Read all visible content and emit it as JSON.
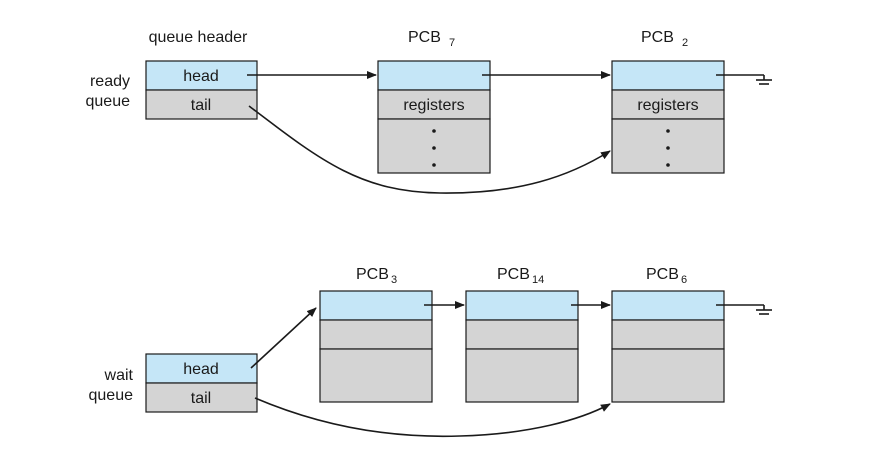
{
  "queue_header_label": "queue header",
  "ready_queue": {
    "label_line1": "ready",
    "label_line2": "queue",
    "head_label": "head",
    "tail_label": "tail",
    "pcbs": [
      {
        "name": "PCB",
        "sub": "7",
        "row_label": "registers"
      },
      {
        "name": "PCB",
        "sub": "2",
        "row_label": "registers"
      }
    ]
  },
  "wait_queue": {
    "label_line1": "wait",
    "label_line2": "queue",
    "head_label": "head",
    "tail_label": "tail",
    "pcbs": [
      {
        "name": "PCB",
        "sub": "3"
      },
      {
        "name": "PCB",
        "sub": "14"
      },
      {
        "name": "PCB",
        "sub": "6"
      }
    ]
  },
  "colors": {
    "pointer_field": "#c5e6f7",
    "body_field": "#d4d4d4",
    "stroke": "#1a1a1a"
  }
}
